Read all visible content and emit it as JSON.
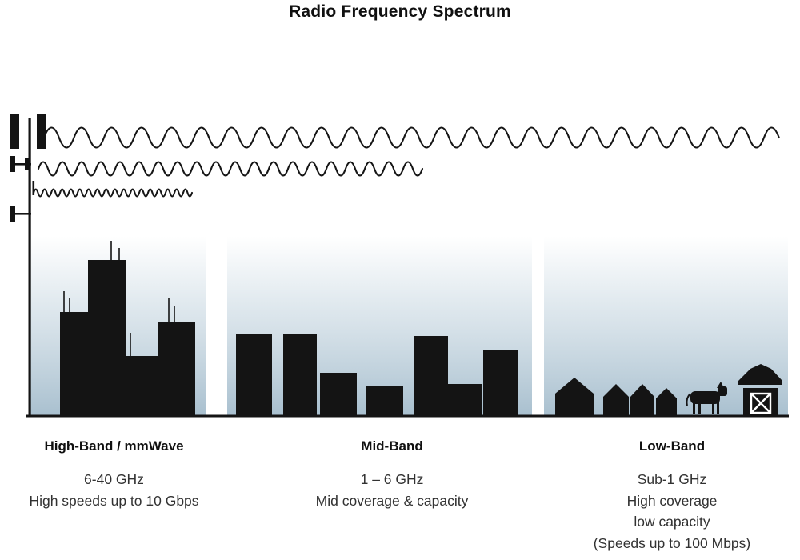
{
  "title": "Radio Frequency Spectrum",
  "colors": {
    "ink": "#161616",
    "silhouette": "#141414",
    "sky_gradient_bottom": "#a9c0cf",
    "label_text": "#323232"
  },
  "scene": {
    "tower_icon": "cell-tower-icon",
    "wave_icons": [
      "low-frequency-long-wave",
      "mid-frequency-wave",
      "high-frequency-short-wave"
    ],
    "high_band_scene": "dense-city-skyscrapers",
    "mid_band_scene": "mid-rise-buildings",
    "low_band_scene": "rural-houses-cow-barn"
  },
  "bands": [
    {
      "id": "high-band",
      "name": "High-Band / mmWave",
      "freq": "6-40 GHz",
      "lines": [
        "High speeds up to 10 Gbps"
      ]
    },
    {
      "id": "mid-band",
      "name": "Mid-Band",
      "freq": "1 – 6 GHz",
      "lines": [
        "Mid coverage & capacity"
      ]
    },
    {
      "id": "low-band",
      "name": "Low-Band",
      "freq": "Sub-1 GHz",
      "lines": [
        "High coverage",
        "low capacity",
        "(Speeds up to 100 Mbps)"
      ]
    }
  ]
}
